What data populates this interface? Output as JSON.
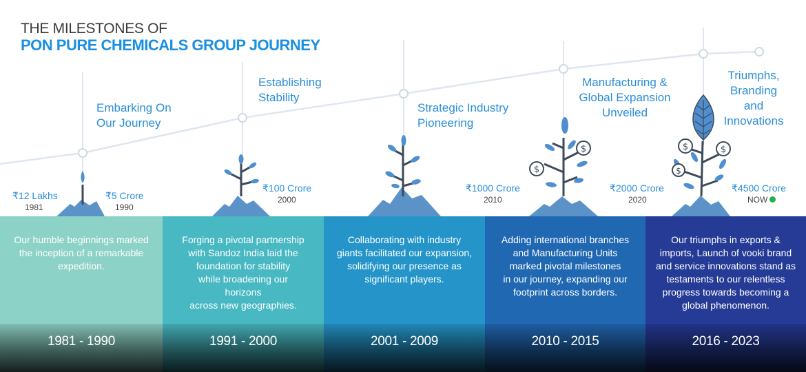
{
  "heading": {
    "line1": "THE MILESTONES OF",
    "line2": "PON PURE CHEMICALS GROUP JOURNEY"
  },
  "colors": {
    "accent": "#1a8fe0",
    "mountain": "#5b93c9",
    "leaf": "#4f8fd0",
    "stem": "#3d4a5a",
    "timeline": "#dfe6ef",
    "now_dot": "#22b14c"
  },
  "start": {
    "amount": "₹12 Lakhs",
    "year": "1981"
  },
  "milestones": [
    {
      "title": "Embarking On\nOur Journey",
      "amount": "₹5 Crore",
      "year": "1990"
    },
    {
      "title": "Establishing\nStability",
      "amount": "₹100 Crore",
      "year": "2000"
    },
    {
      "title": "Strategic Industry\nPioneering",
      "amount": "₹1000 Crore",
      "year": "2010"
    },
    {
      "title": "Manufacturing &\nGlobal Expansion\nUnveiled",
      "amount": "₹2000 Crore",
      "year": "2020"
    },
    {
      "title": "Triumphs,\nBranding\nand\nInnovations",
      "amount": "₹4500 Crore",
      "year": "NOW"
    }
  ],
  "panels": [
    {
      "range": "1981 - 1990",
      "color": "#8dd2c6",
      "text": "Our humble beginnings marked\nthe inception of a remarkable\nexpedition."
    },
    {
      "range": "1991 - 2000",
      "color": "#48b8c2",
      "text": "Forging a pivotal partnership\nwith Sandoz India laid the\nfoundation for stability\nwhile broadening our\nhorizons\nacross new geographies."
    },
    {
      "range": "2001 - 2009",
      "color": "#2595c9",
      "text": "Collaborating with industry\ngiants facilitated our expansion,\nsolidifying our presence as\nsignificant players."
    },
    {
      "range": "2010 - 2015",
      "color": "#2168b3",
      "text": "Adding international branches\nand Manufacturing Units\nmarked pivotal milestones\nin our journey, expanding our\nfootprint across borders."
    },
    {
      "range": "2016 - 2023",
      "color": "#253b96",
      "text": "Our triumphs in exports &\nimports, Launch of vooki brand\nand service innovations stand as\ntestaments to our relentless\nprogress towards becoming a\nglobal phenomenon."
    }
  ],
  "icons": {
    "coin": "dollar-coin-icon",
    "plant": "growing-plant-icon",
    "leaf": "veined-leaf-icon",
    "mountain": "mountain-icon",
    "milestone_node": "timeline-node-icon"
  }
}
